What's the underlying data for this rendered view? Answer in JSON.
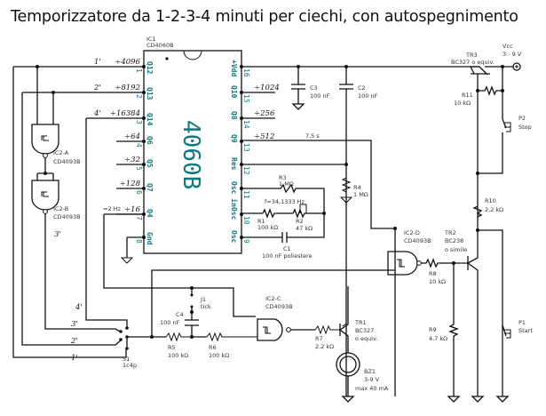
{
  "title": "Temporizzatore da 1-2-3-4 minuti per ciechi, con autospegnimento",
  "ic1": {
    "ref": "IC1",
    "part": "CD4060B",
    "body_label": "4060B",
    "left_pins": [
      {
        "num": "1",
        "name": "Q12",
        "divider": "÷4096",
        "time": "1'"
      },
      {
        "num": "2",
        "name": "Q13",
        "divider": "÷8192",
        "time": "2'"
      },
      {
        "num": "3",
        "name": "Q14",
        "divider": "÷16384",
        "time": "4'"
      },
      {
        "num": "4",
        "name": "Q6",
        "divider": "÷64"
      },
      {
        "num": "5",
        "name": "Q5",
        "divider": "÷32"
      },
      {
        "num": "6",
        "name": "Q7",
        "divider": "÷128"
      },
      {
        "num": "7",
        "name": "Q4",
        "divider": "÷16",
        "note": "≈2 Hz"
      },
      {
        "num": "8",
        "name": "Gnd"
      }
    ],
    "right_pins": [
      {
        "num": "16",
        "name": "+Vdd"
      },
      {
        "num": "15",
        "name": "Q10",
        "divider": "÷1024"
      },
      {
        "num": "14",
        "name": "Q8",
        "divider": "÷256"
      },
      {
        "num": "13",
        "name": "Q9",
        "divider": "÷512",
        "note": "7,5 s"
      },
      {
        "num": "12",
        "name": "Res"
      },
      {
        "num": "11",
        "name": "Osc in"
      },
      {
        "num": "10",
        "name": "Osc"
      },
      {
        "num": "9",
        "name": "Osc"
      }
    ]
  },
  "components": {
    "c3": {
      "ref": "C3",
      "value": "100 nF"
    },
    "c2": {
      "ref": "C2",
      "value": "100 nF"
    },
    "r3": {
      "ref": "R3",
      "value": "1 MΩ"
    },
    "freq": "f=34,1333 Hz",
    "r1": {
      "ref": "R1",
      "value": "100 kΩ"
    },
    "r2": {
      "ref": "R2",
      "value": "47 kΩ"
    },
    "c1": {
      "ref": "C1",
      "value": "100 nF poliestere"
    },
    "r4": {
      "ref": "R4",
      "value": "1 MΩ"
    },
    "ic2a": {
      "ref": "IC2-A",
      "part": "CD4093B"
    },
    "ic2b": {
      "ref": "IC2-B",
      "part": "CD4093B"
    },
    "ic2c": {
      "ref": "IC2-C",
      "part": "CD4093B"
    },
    "ic2d": {
      "ref": "IC2-D",
      "part": "CD4093B"
    },
    "j1": {
      "ref": "J1",
      "value": "tick"
    },
    "c4": {
      "ref": "C4",
      "value": "100 nF"
    },
    "r5": {
      "ref": "R5",
      "value": "100 kΩ"
    },
    "r6": {
      "ref": "R6",
      "value": "100 kΩ"
    },
    "r7": {
      "ref": "R7",
      "value": "2,2 kΩ"
    },
    "r8": {
      "ref": "R8",
      "value": "10 kΩ"
    },
    "r9": {
      "ref": "R9",
      "value": "4.7 kΩ"
    },
    "r10": {
      "ref": "R10",
      "value": "2,2 kΩ"
    },
    "r11": {
      "ref": "R11",
      "value": "10 kΩ"
    },
    "tr1": {
      "ref": "TR1",
      "part": "BC327",
      "note": "o equiv."
    },
    "tr2": {
      "ref": "TR2",
      "part": "BC238",
      "note": "o simile"
    },
    "tr3": {
      "ref": "TR3",
      "part": "BC327 o equiv."
    },
    "bz1": {
      "ref": "BZ1",
      "value": "3-9 V",
      "note": "max 40 mA"
    },
    "p1": {
      "ref": "P1",
      "label": "Start"
    },
    "p2": {
      "ref": "P2",
      "label": "Stop"
    },
    "vcc": {
      "ref": "Vcc",
      "value": "3 - 9 V"
    },
    "s1": {
      "ref": "S1",
      "value": "1c4p"
    }
  },
  "switch_positions": [
    "4'",
    "3'",
    "2'",
    "1'"
  ],
  "gate_b_output_label": "3'"
}
